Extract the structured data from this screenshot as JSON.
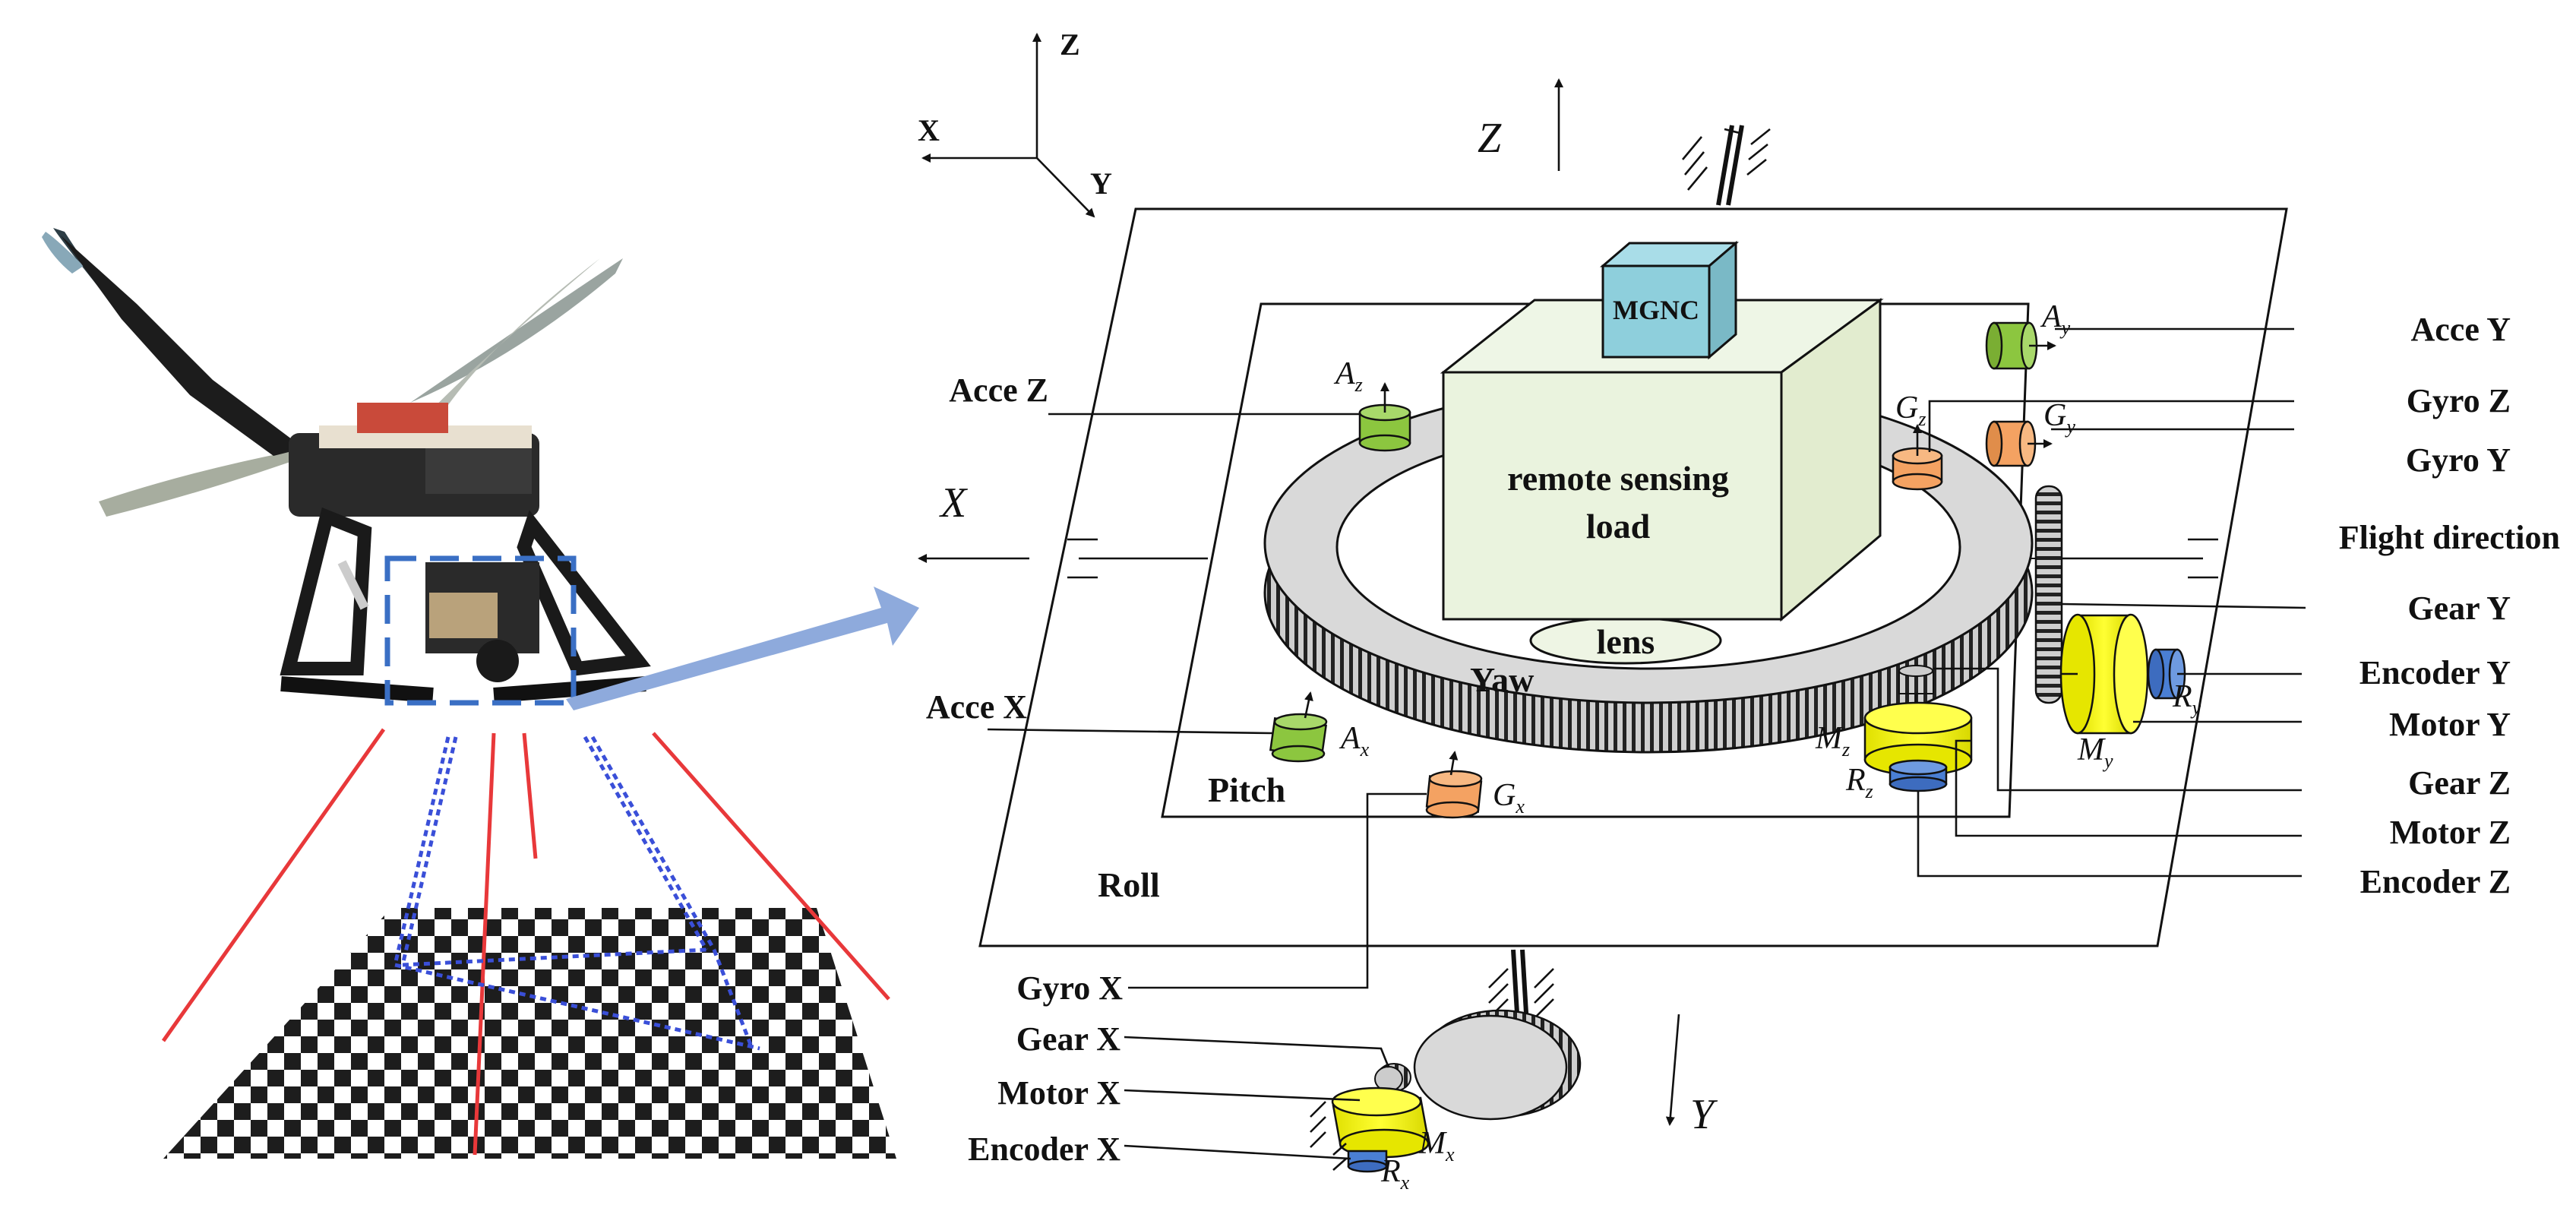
{
  "axes": {
    "coord_x": "X",
    "coord_y": "Y",
    "coord_z": "Z",
    "big_x": "X",
    "big_y": "Y",
    "big_z": "Z"
  },
  "bodies": {
    "mgnc": "MGNC",
    "load_line1": "remote sensing",
    "load_line2": "load",
    "lens": "lens",
    "yaw": "Yaw",
    "pitch": "Pitch",
    "roll": "Roll"
  },
  "sensors": {
    "ax": {
      "base": "A",
      "sub": "x"
    },
    "ay": {
      "base": "A",
      "sub": "y"
    },
    "az": {
      "base": "A",
      "sub": "z"
    },
    "gx": {
      "base": "G",
      "sub": "x"
    },
    "gy": {
      "base": "G",
      "sub": "y"
    },
    "gz": {
      "base": "G",
      "sub": "z"
    },
    "mx": {
      "base": "M",
      "sub": "x"
    },
    "my": {
      "base": "M",
      "sub": "y"
    },
    "mz": {
      "base": "M",
      "sub": "z"
    },
    "rx": {
      "base": "R",
      "sub": "x"
    },
    "ry": {
      "base": "R",
      "sub": "y"
    },
    "rz": {
      "base": "R",
      "sub": "z"
    }
  },
  "labels_left": {
    "acce_z": "Acce Z",
    "acce_x": "Acce X",
    "gyro_x": "Gyro X",
    "gear_x": "Gear X",
    "motor_x": "Motor X",
    "encoder_x": "Encoder X"
  },
  "labels_right": {
    "acce_y": "Acce Y",
    "gyro_z": "Gyro Z",
    "gyro_y": "Gyro Y",
    "flight_direction": "Flight direction",
    "gear_y": "Gear Y",
    "encoder_y": "Encoder Y",
    "motor_y": "Motor Y",
    "gear_z": "Gear Z",
    "motor_z": "Motor Z",
    "encoder_z": "Encoder Z"
  },
  "colors": {
    "acce_green": "#8cc63f",
    "gyro_orange": "#f4a262",
    "motor_yellow": "#ffff00",
    "encoder_blue": "#4a7fd4",
    "mgnc_cyan": "#8ecfdc",
    "load_green": "#eaf3de",
    "ring_gray": "#d9d9d9",
    "arrow_blue": "#8eaadc",
    "ray_red": "#e8383a",
    "ray_blue": "#3a4fd8"
  }
}
